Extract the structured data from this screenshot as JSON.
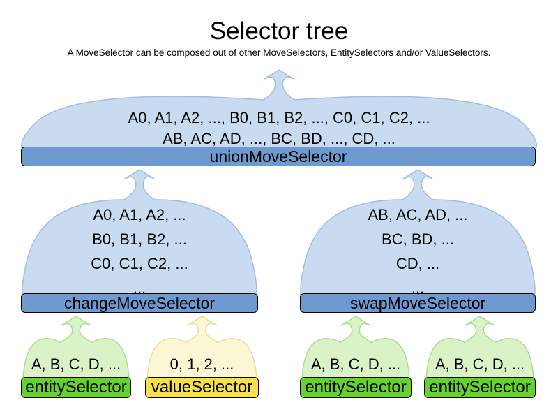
{
  "title": "Selector tree",
  "subtitle": "A MoveSelector can be composed out of other MoveSelectors, EntitySelectors and/or ValueSelectors.",
  "colors": {
    "blue_fill": "#c9dbf1",
    "blue_stroke": "#a0bddd",
    "blue_bar": "#6e9ad0",
    "green_fill": "#d9f2c6",
    "green_stroke": "#abdc8c",
    "green_bar": "#65d230",
    "yellow_fill": "#fbf6d3",
    "yellow_stroke": "#e7df96",
    "yellow_bar": "#f8e04a",
    "bar_border": "#000000",
    "text": "#000000"
  },
  "nodes": {
    "union": {
      "label": "unionMoveSelector",
      "lines": [
        "A0, A1, A2, ..., B0, B1, B2, ..., C0, C1, C2, ...",
        "AB, AC, AD, ..., BC, BD, ..., CD, ..."
      ]
    },
    "change": {
      "label": "changeMoveSelector",
      "lines": [
        "A0, A1, A2, ...",
        "B0, B1, B2, ...",
        "C0, C1, C2, ...",
        "..."
      ]
    },
    "swap": {
      "label": "swapMoveSelector",
      "lines": [
        "AB, AC, AD, ...",
        "BC, BD, ...",
        "CD, ...",
        "..."
      ]
    },
    "entity1": {
      "label": "entitySelector",
      "lines": [
        "A, B, C, D, ..."
      ]
    },
    "value1": {
      "label": "valueSelector",
      "lines": [
        "0, 1, 2, ..."
      ]
    },
    "entity2": {
      "label": "entitySelector",
      "lines": [
        "A, B, C, D, ..."
      ]
    },
    "entity3": {
      "label": "entitySelector",
      "lines": [
        "A, B, C, D, ..."
      ]
    }
  }
}
